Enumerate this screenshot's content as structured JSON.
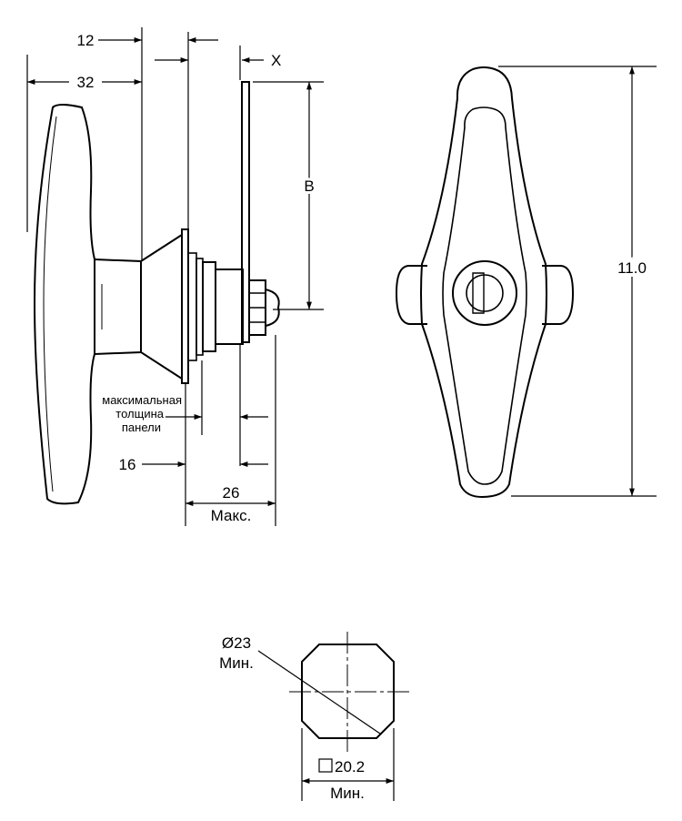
{
  "dimensions": {
    "d12": "12",
    "d32": "32",
    "x": "X",
    "b": "B",
    "d16": "16",
    "d26": "26",
    "max_label": "Макс.",
    "d11": "11.0",
    "diam": "Ø23",
    "diam_min": "Мин.",
    "square": "20.2",
    "square_min": "Мин."
  },
  "notes": {
    "panel_line1": "максимальная",
    "panel_line2": "толщина",
    "panel_line3": "панели"
  }
}
